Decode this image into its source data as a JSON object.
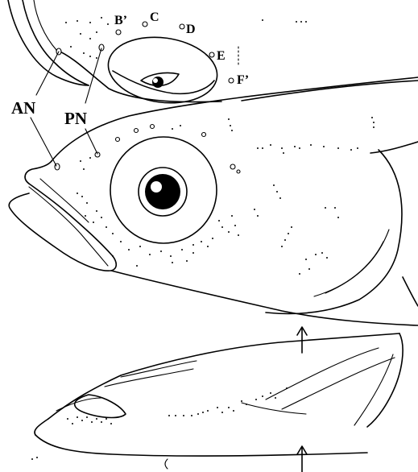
{
  "labels": {
    "an": "AN",
    "pn": "PN",
    "b_prime": "B’",
    "c": "C",
    "d": "D",
    "e": "E",
    "f_prime": "F’"
  }
}
